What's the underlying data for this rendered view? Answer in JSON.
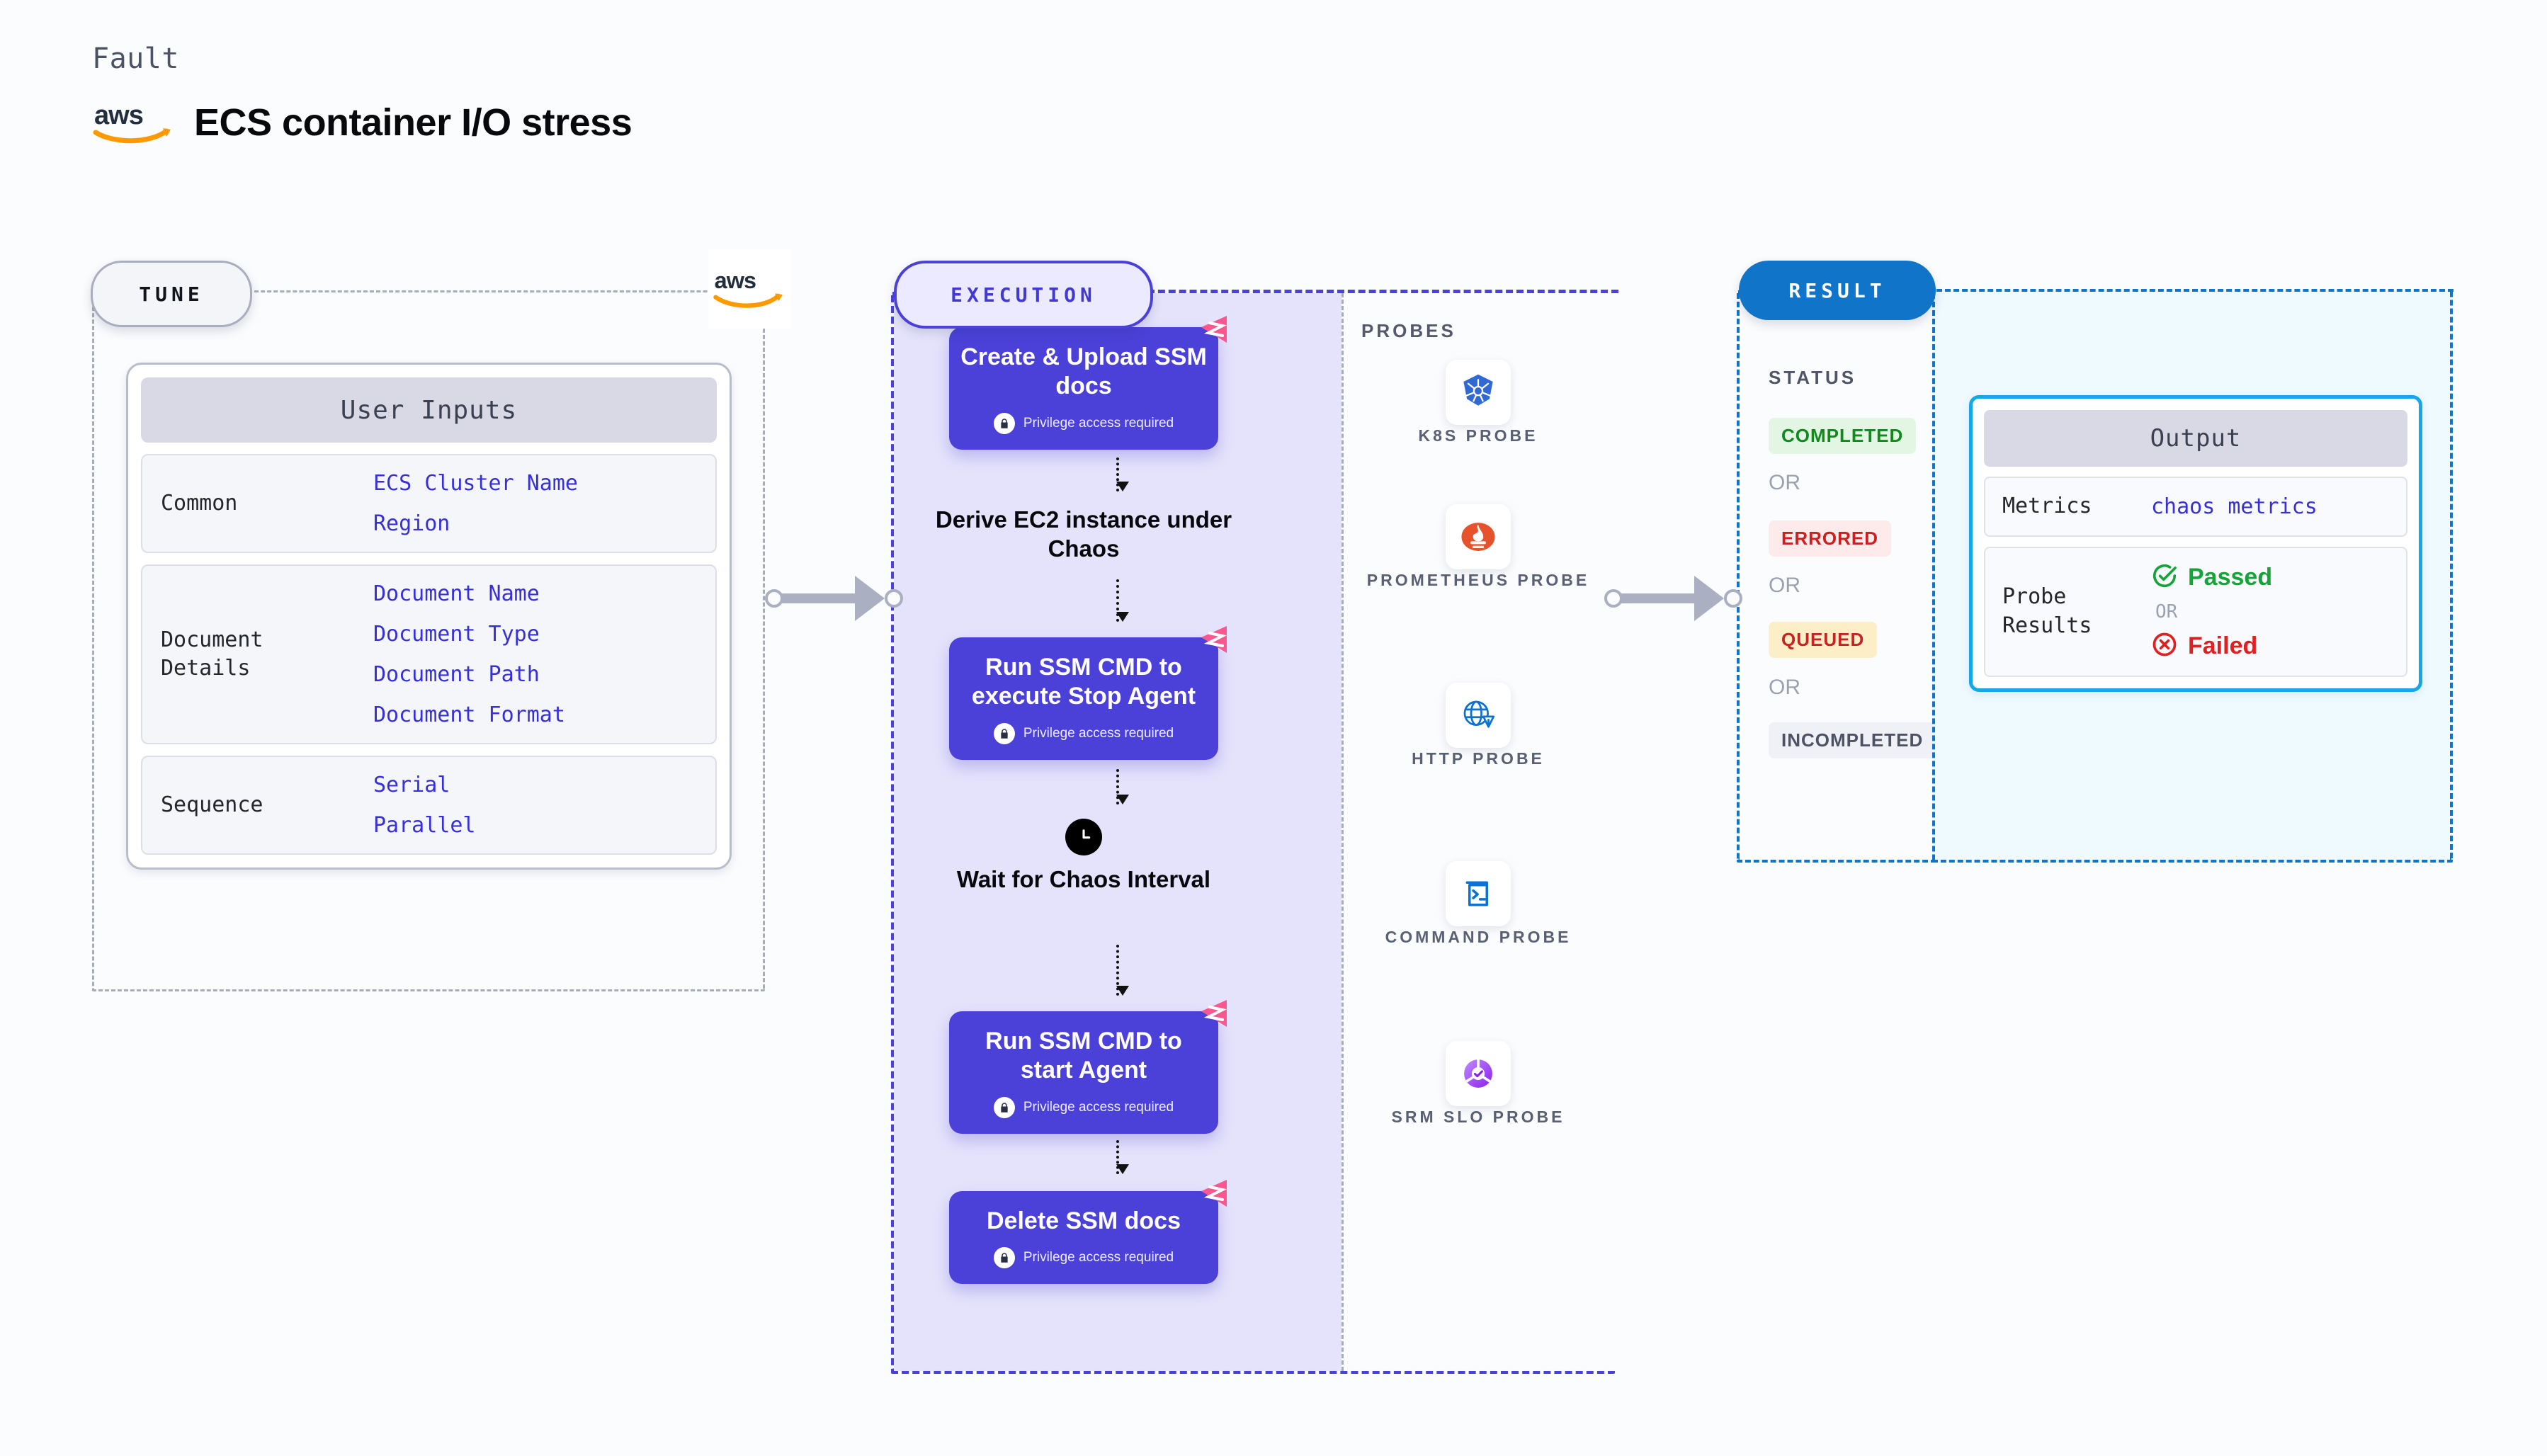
{
  "header": {
    "kicker": "Fault",
    "title": "ECS container I/O stress",
    "logo_icon": "aws-logo"
  },
  "tune": {
    "badge": "TUNE",
    "provider_icon": "aws-logo",
    "card_title": "User Inputs",
    "groups": [
      {
        "name": "Common",
        "values": [
          "ECS Cluster Name",
          "Region"
        ]
      },
      {
        "name": "Document\nDetails",
        "values": [
          "Document Name",
          "Document Type",
          "Document Path",
          "Document Format"
        ]
      },
      {
        "name": "Sequence",
        "values": [
          "Serial",
          "Parallel"
        ]
      }
    ]
  },
  "execution": {
    "badge": "EXECUTION",
    "privilege_note": "Privilege access required",
    "lock_icon": "lock-icon",
    "corner_icon": "harness-badge-icon",
    "clock_icon": "clock-icon",
    "steps": [
      {
        "type": "box",
        "label": "Create & Upload SSM docs",
        "privileged": true
      },
      {
        "type": "plain",
        "label": "Derive EC2 instance under Chaos",
        "privileged": false
      },
      {
        "type": "box",
        "label": "Run SSM CMD to execute Stop Agent",
        "privileged": true
      },
      {
        "type": "plain",
        "label": "Wait for Chaos Interval",
        "privileged": false,
        "icon": "clock-icon"
      },
      {
        "type": "box",
        "label": "Run SSM CMD to start Agent",
        "privileged": true
      },
      {
        "type": "box",
        "label": "Delete SSM docs",
        "privileged": true
      }
    ]
  },
  "probes": {
    "label": "PROBES",
    "items": [
      {
        "label": "K8S PROBE",
        "icon": "kubernetes-icon"
      },
      {
        "label": "PROMETHEUS PROBE",
        "icon": "prometheus-icon"
      },
      {
        "label": "HTTP PROBE",
        "icon": "http-globe-icon"
      },
      {
        "label": "COMMAND PROBE",
        "icon": "terminal-icon"
      },
      {
        "label": "SRM SLO PROBE",
        "icon": "srm-slo-icon"
      }
    ]
  },
  "result": {
    "badge": "RESULT",
    "status_label": "STATUS",
    "or_text": "OR",
    "statuses": [
      {
        "label": "COMPLETED",
        "bg": "#e2f6e3",
        "fg": "#11891d"
      },
      {
        "label": "ERRORED",
        "bg": "#fdeaea",
        "fg": "#cc1f1f"
      },
      {
        "label": "QUEUED",
        "bg": "#fcefc7",
        "fg": "#c62424"
      },
      {
        "label": "INCOMPLETED",
        "bg": "#f0f1f6",
        "fg": "#4d5365"
      }
    ]
  },
  "output": {
    "card_title": "Output",
    "metrics_label": "Metrics",
    "metrics_value": "chaos metrics",
    "probe_results_label": "Probe\nResults",
    "or_text": "OR",
    "passed": {
      "label": "Passed",
      "color": "#15a437",
      "icon": "check-circle-icon"
    },
    "failed": {
      "label": "Failed",
      "color": "#e02020",
      "icon": "x-circle-icon"
    }
  },
  "colors": {
    "indigo": "#4b41d8",
    "blue": "#1074c8",
    "cyan": "#16a7e8",
    "pink": "#f9578f",
    "gray": "#a7adb8",
    "aws_orange": "#ff9900",
    "aws_navy": "#232f3e"
  }
}
